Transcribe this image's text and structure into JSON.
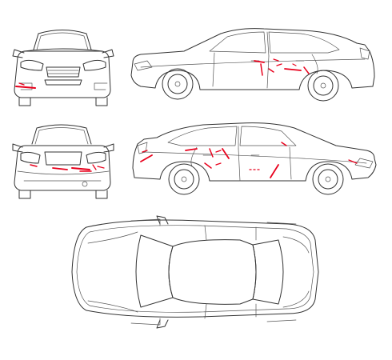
{
  "diagram": {
    "type": "vehicle-damage-report",
    "views": [
      "front",
      "left-side",
      "rear",
      "right-side",
      "top"
    ],
    "colors": {
      "outline": "#333333",
      "damage": "#e8001c",
      "background": "#ffffff"
    },
    "damage_marks": {
      "front": 2,
      "left-side": 8,
      "rear": 6,
      "right-side": 12,
      "top": 0
    }
  }
}
